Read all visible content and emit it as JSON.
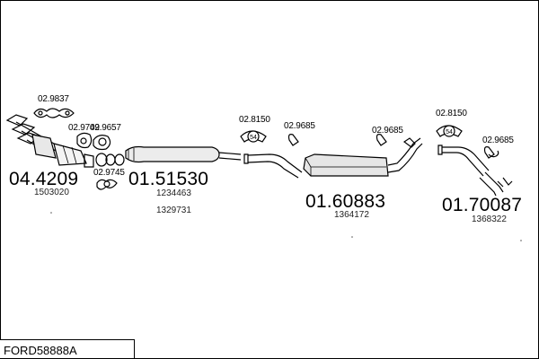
{
  "title_code": "FORD58888A",
  "part_refs": {
    "clamp_top": "02.9837",
    "gasket_a": "02.9749",
    "gasket_b": "02.9657",
    "gasket_c": "02.9745",
    "bracket_a": "02.8150",
    "hanger_a": "02.9685",
    "hanger_b": "02.9685",
    "bracket_b": "02.8150",
    "hanger_c": "02.9685"
  },
  "main_parts": {
    "catalyst": "04.4209",
    "front_pipe": "01.51530",
    "middle_silencer": "01.60883",
    "rear_silencer": "01.70087"
  },
  "oem_numbers": {
    "catalyst": "1503020",
    "front_pipe_1": "1234463",
    "front_pipe_2": "1329731",
    "middle_silencer": "1364172",
    "rear_silencer": "1368322"
  },
  "bracket_badge": "54"
}
